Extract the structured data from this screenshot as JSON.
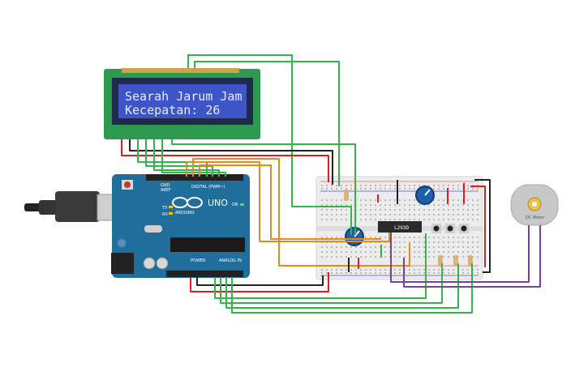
{
  "lcd": {
    "line1": "Searah Jarum Jam",
    "line2": "Kecepatan: 26"
  },
  "arduino": {
    "brand": "ARDUINO",
    "model": "UNO",
    "digital_label": "DIGITAL (PWM~)",
    "power_label": "POWER",
    "analog_label": "ANALOG IN",
    "aref_label": "AREF",
    "gnd_label": "GND",
    "tx_label": "TX",
    "rx_label": "RX",
    "on_label": "ON"
  },
  "driver_chip": {
    "label": "L293D"
  },
  "motor": {
    "label": "DC Motor"
  },
  "colors": {
    "arduino": "#1f6e9c",
    "lcd_board": "#2e9a4f",
    "lcd_screen": "#3d55c8",
    "breadboard": "#ececec",
    "wire_red": "#d82020",
    "wire_black": "#222222",
    "wire_green": "#33b54a",
    "wire_orange": "#e88a1a",
    "wire_purple": "#7a3fa0"
  }
}
